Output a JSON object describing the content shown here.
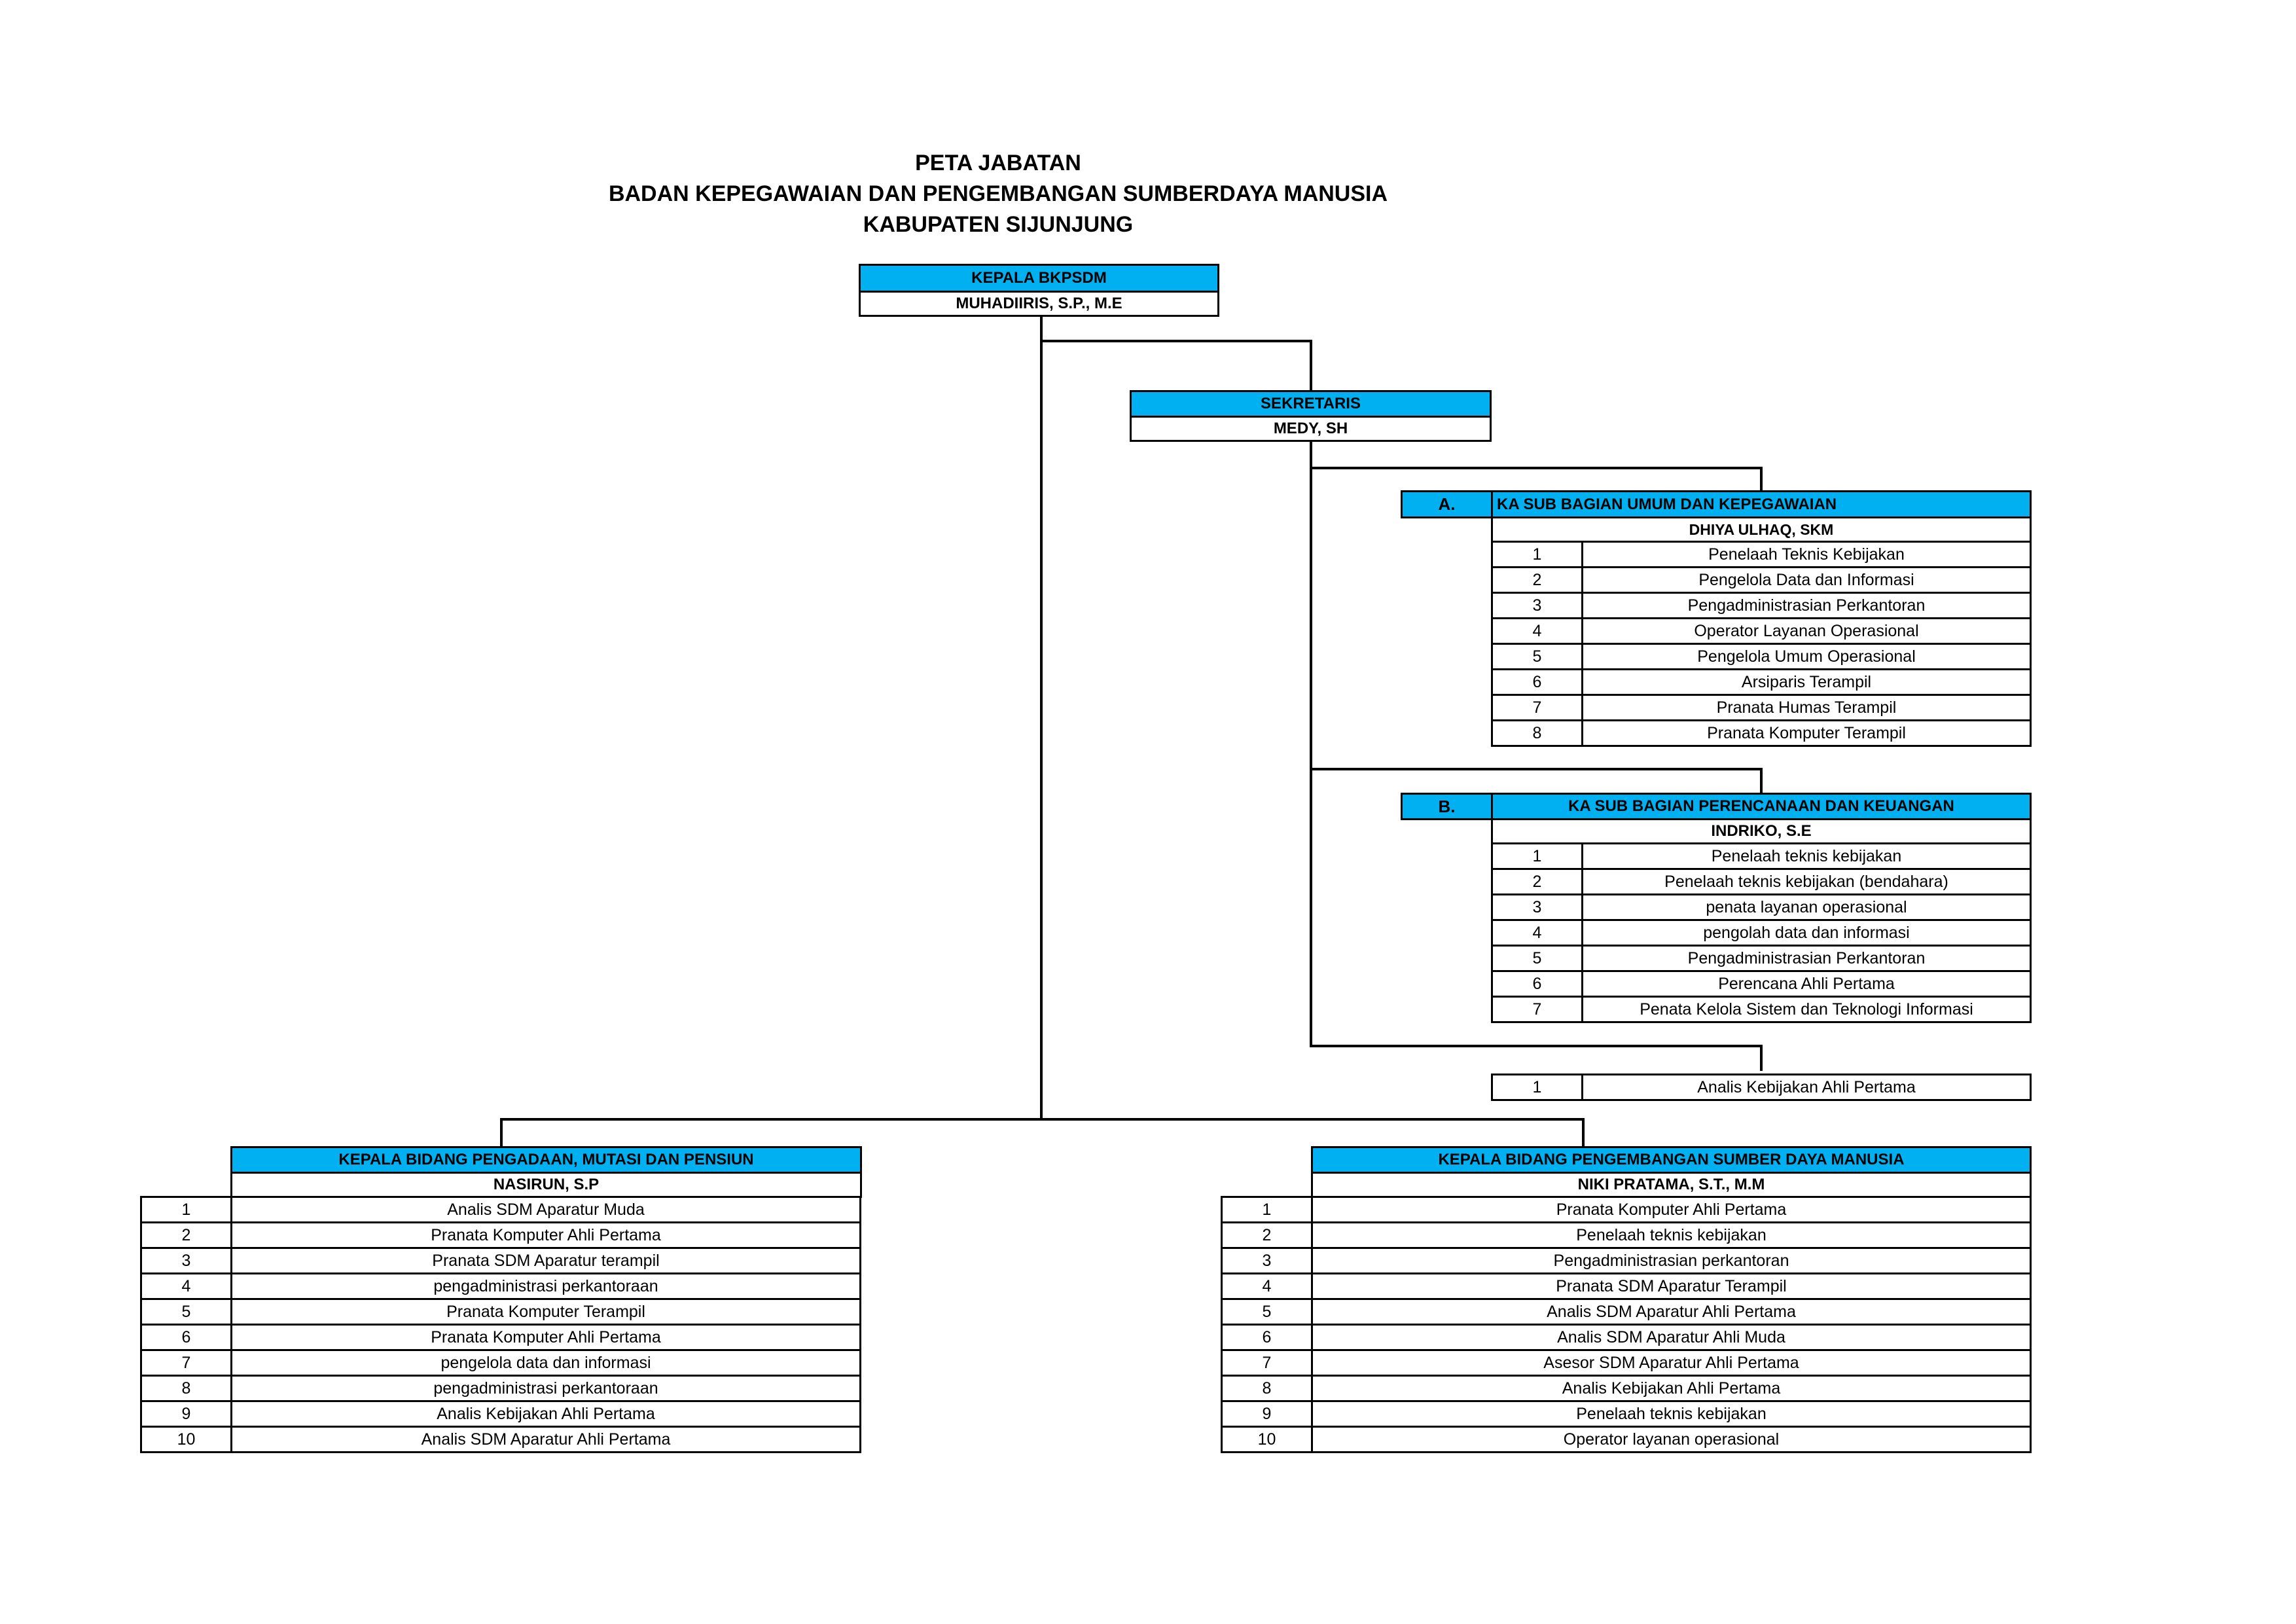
{
  "header": {
    "line1": "PETA JABATAN",
    "line2": "BADAN KEPEGAWAIAN DAN PENGEMBANGAN SUMBERDAYA MANUSIA",
    "line3": "KABUPATEN SIJUNJUNG"
  },
  "colors": {
    "header_fill": "#00b0f0",
    "line": "#000000"
  },
  "kepala": {
    "title": "KEPALA BKPSDM",
    "name": "MUHADIIRIS, S.P., M.E"
  },
  "sekretaris": {
    "title": "SEKRETARIS",
    "name": "MEDY, SH"
  },
  "subbag_a": {
    "code": "A.",
    "title": "KA SUB BAGIAN UMUM DAN KEPEGAWAIAN",
    "name": "DHIYA ULHAQ, SKM",
    "items": [
      {
        "no": "1",
        "label": "Penelaah Teknis Kebijakan"
      },
      {
        "no": "2",
        "label": "Pengelola Data dan Informasi"
      },
      {
        "no": "3",
        "label": "Pengadministrasian Perkantoran"
      },
      {
        "no": "4",
        "label": "Operator Layanan Operasional"
      },
      {
        "no": "5",
        "label": "Pengelola Umum Operasional"
      },
      {
        "no": "6",
        "label": "Arsiparis Terampil"
      },
      {
        "no": "7",
        "label": "Pranata Humas Terampil"
      },
      {
        "no": "8",
        "label": "Pranata Komputer Terampil"
      }
    ]
  },
  "subbag_b": {
    "code": "B.",
    "title": "KA SUB BAGIAN PERENCANAAN DAN KEUANGAN",
    "name": "INDRIKO, S.E",
    "items": [
      {
        "no": "1",
        "label": "Penelaah teknis kebijakan"
      },
      {
        "no": "2",
        "label": "Penelaah teknis kebijakan (bendahara)"
      },
      {
        "no": "3",
        "label": "penata layanan operasional"
      },
      {
        "no": "4",
        "label": "pengolah data dan informasi"
      },
      {
        "no": "5",
        "label": "Pengadministrasian Perkantoran"
      },
      {
        "no": "6",
        "label": "Perencana Ahli Pertama"
      },
      {
        "no": "7",
        "label": "Penata Kelola Sistem dan Teknologi Informasi"
      }
    ]
  },
  "sekretaris_staff": {
    "items": [
      {
        "no": "1",
        "label": "Analis Kebijakan Ahli Pertama"
      }
    ]
  },
  "bidang_mutasi": {
    "title": "KEPALA BIDANG PENGADAAN, MUTASI DAN PENSIUN",
    "name": "NASIRUN, S.P",
    "items": [
      {
        "no": "1",
        "label": "Analis SDM Aparatur Muda"
      },
      {
        "no": "2",
        "label": "Pranata Komputer Ahli Pertama"
      },
      {
        "no": "3",
        "label": "Pranata SDM Aparatur terampil"
      },
      {
        "no": "4",
        "label": "pengadministrasi perkantoraan"
      },
      {
        "no": "5",
        "label": "Pranata Komputer Terampil"
      },
      {
        "no": "6",
        "label": "Pranata Komputer Ahli Pertama"
      },
      {
        "no": "7",
        "label": "pengelola data dan informasi"
      },
      {
        "no": "8",
        "label": "pengadministrasi perkantoraan"
      },
      {
        "no": "9",
        "label": "Analis Kebijakan Ahli Pertama"
      },
      {
        "no": "10",
        "label": "Analis SDM Aparatur Ahli Pertama"
      }
    ]
  },
  "bidang_psdm": {
    "title": "KEPALA BIDANG PENGEMBANGAN SUMBER DAYA MANUSIA",
    "name": "NIKI PRATAMA, S.T., M.M",
    "items": [
      {
        "no": "1",
        "label": "Pranata Komputer Ahli Pertama"
      },
      {
        "no": "2",
        "label": "Penelaah teknis kebijakan"
      },
      {
        "no": "3",
        "label": "Pengadministrasian perkantoran"
      },
      {
        "no": "4",
        "label": "Pranata SDM Aparatur Terampil"
      },
      {
        "no": "5",
        "label": "Analis SDM Aparatur Ahli Pertama"
      },
      {
        "no": "6",
        "label": "Analis SDM Aparatur Ahli Muda"
      },
      {
        "no": "7",
        "label": "Asesor SDM Aparatur Ahli Pertama"
      },
      {
        "no": "8",
        "label": "Analis Kebijakan Ahli Pertama"
      },
      {
        "no": "9",
        "label": "Penelaah teknis kebijakan"
      },
      {
        "no": "10",
        "label": "Operator layanan operasional"
      }
    ]
  }
}
